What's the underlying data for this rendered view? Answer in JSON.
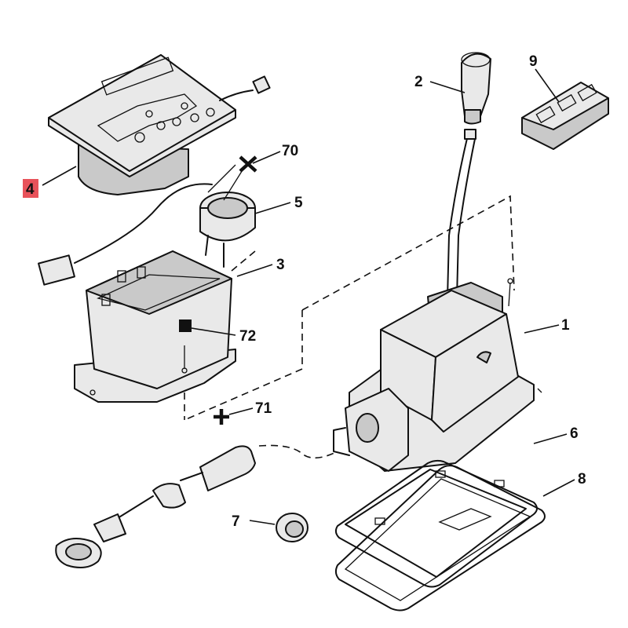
{
  "callouts": {
    "c1": "1",
    "c2": "2",
    "c3": "3",
    "c4": "4",
    "c5": "5",
    "c6": "6",
    "c7": "7",
    "c8": "8",
    "c9": "9",
    "c70": "70",
    "c71": "71",
    "c72": "72"
  },
  "highlight_color": "#e8525a",
  "highlighted_callout": "4"
}
